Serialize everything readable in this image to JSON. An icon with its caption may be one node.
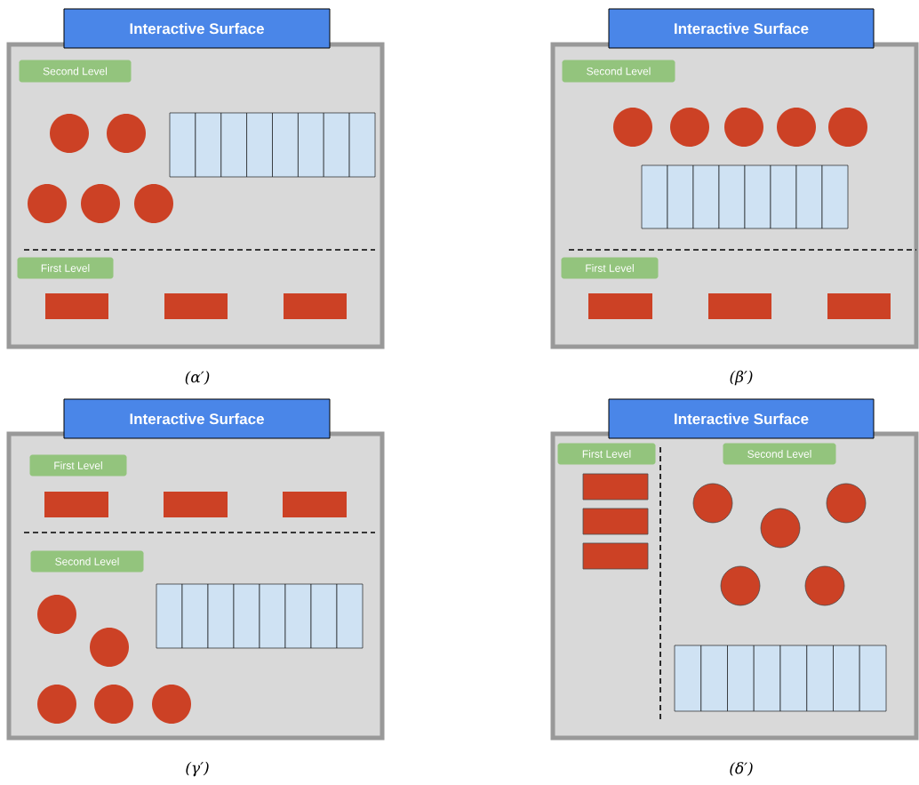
{
  "diagram": {
    "nodes": [
      {
        "text": [
          "Interactive Surface"
        ]
      },
      {
        "text": [],
        "shape": "box"
      },
      {
        "text": [
          "Second Level"
        ],
        "in": 1
      },
      {
        "text": [
          "First Level"
        ],
        "in": 1
      },
      {
        "text": [
          "Interactive Surface"
        ]
      },
      {
        "text": [],
        "shape": "box"
      },
      {
        "text": [
          "Second Level"
        ],
        "in": 5
      },
      {
        "text": [
          "First Level"
        ],
        "in": 5
      },
      {
        "text": [
          "Interactive Surface"
        ]
      },
      {
        "text": [],
        "shape": "box"
      },
      {
        "text": [
          "First Level"
        ],
        "in": 9
      },
      {
        "text": [
          "Second Level"
        ],
        "in": 9
      },
      {
        "text": [
          "Interactive Surface"
        ]
      },
      {
        "text": [],
        "shape": "box"
      },
      {
        "text": [
          "First Level"
        ],
        "in": 13
      },
      {
        "text": [
          "Second Level"
        ],
        "in": 13
      }
    ],
    "edges": [],
    "labels": [
      "(α′)",
      "(β′)",
      "(γ′)",
      "(δ′)"
    ]
  }
}
